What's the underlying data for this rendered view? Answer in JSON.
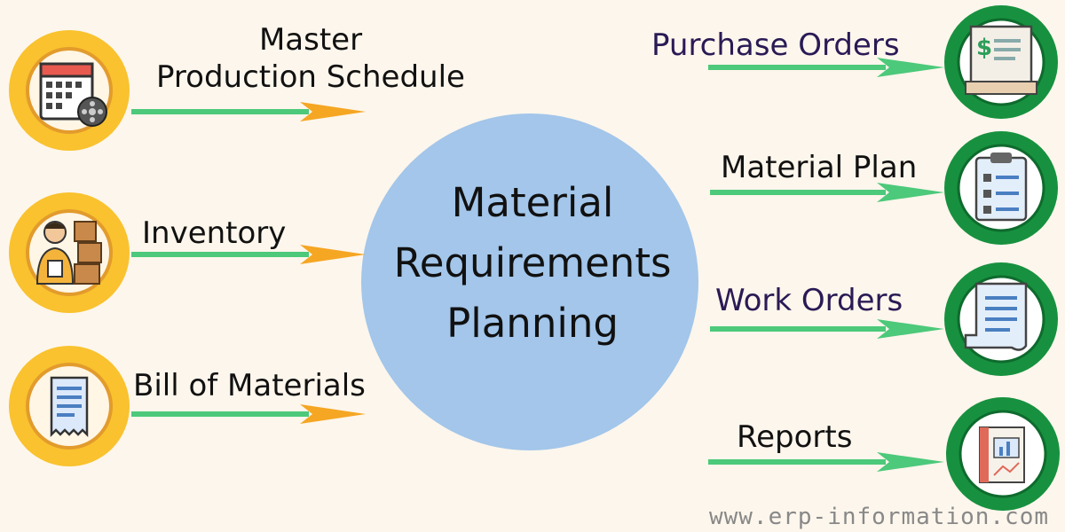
{
  "center": {
    "lines": [
      "Material",
      "Requirements",
      "Planning"
    ],
    "fill": "#a3c6ea"
  },
  "inputs": [
    {
      "lines": [
        "Master",
        "Production Schedule"
      ],
      "icon": "calendar-film-icon"
    },
    {
      "lines": [
        "Inventory"
      ],
      "icon": "worker-boxes-icon"
    },
    {
      "lines": [
        "Bill of Materials"
      ],
      "icon": "receipt-list-icon"
    }
  ],
  "outputs": [
    {
      "label": "Purchase Orders",
      "icon": "invoice-icon",
      "color": "#2a1a55"
    },
    {
      "label": "Material Plan",
      "icon": "clipboard-checklist-icon",
      "color": "#111111"
    },
    {
      "label": "Work Orders",
      "icon": "document-scroll-icon",
      "color": "#2a1a55"
    },
    {
      "label": "Reports",
      "icon": "report-chart-icon",
      "color": "#111111"
    }
  ],
  "colors": {
    "input_circle": "#f9c22e",
    "input_ring": "#e29b2c",
    "output_circle": "#17913f",
    "arrow_line": "#4cc97a",
    "arrow_head_orange": "#f5a623",
    "background": "#fdf6ec"
  },
  "watermark": "www.erp-information.com"
}
